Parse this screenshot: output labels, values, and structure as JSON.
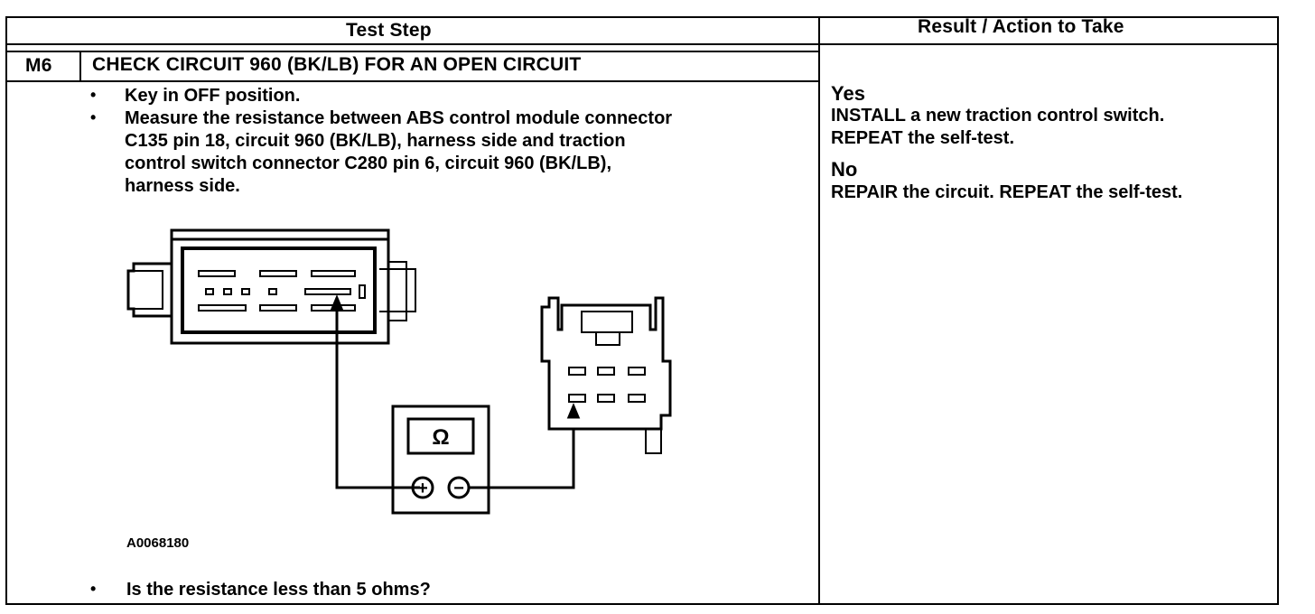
{
  "table": {
    "header_test_step": "Test Step",
    "header_result": "Result / Action to Take",
    "step_id": "M6",
    "step_title": "CHECK CIRCUIT 960 (BK/LB) FOR AN OPEN CIRCUIT",
    "bullets": [
      "Key in OFF position.",
      "Measure the resistance between ABS control module connector",
      "C135 pin 18, circuit 960 (BK/LB), harness side and traction",
      "control switch connector C280 pin 6, circuit 960 (BK/LB),",
      "harness side."
    ],
    "figure_id": "A0068180",
    "question": "Is the resistance less than 5 ohms?",
    "yes_label": "Yes",
    "yes_action_1": "INSTALL a new traction control switch.",
    "yes_action_2": "REPEAT the self-test.",
    "no_label": "No",
    "no_action": "REPAIR the circuit. REPEAT the self-test."
  },
  "diagram": {
    "meter_symbol": "Ω",
    "plus_symbol": "+",
    "minus_symbol": "−"
  }
}
